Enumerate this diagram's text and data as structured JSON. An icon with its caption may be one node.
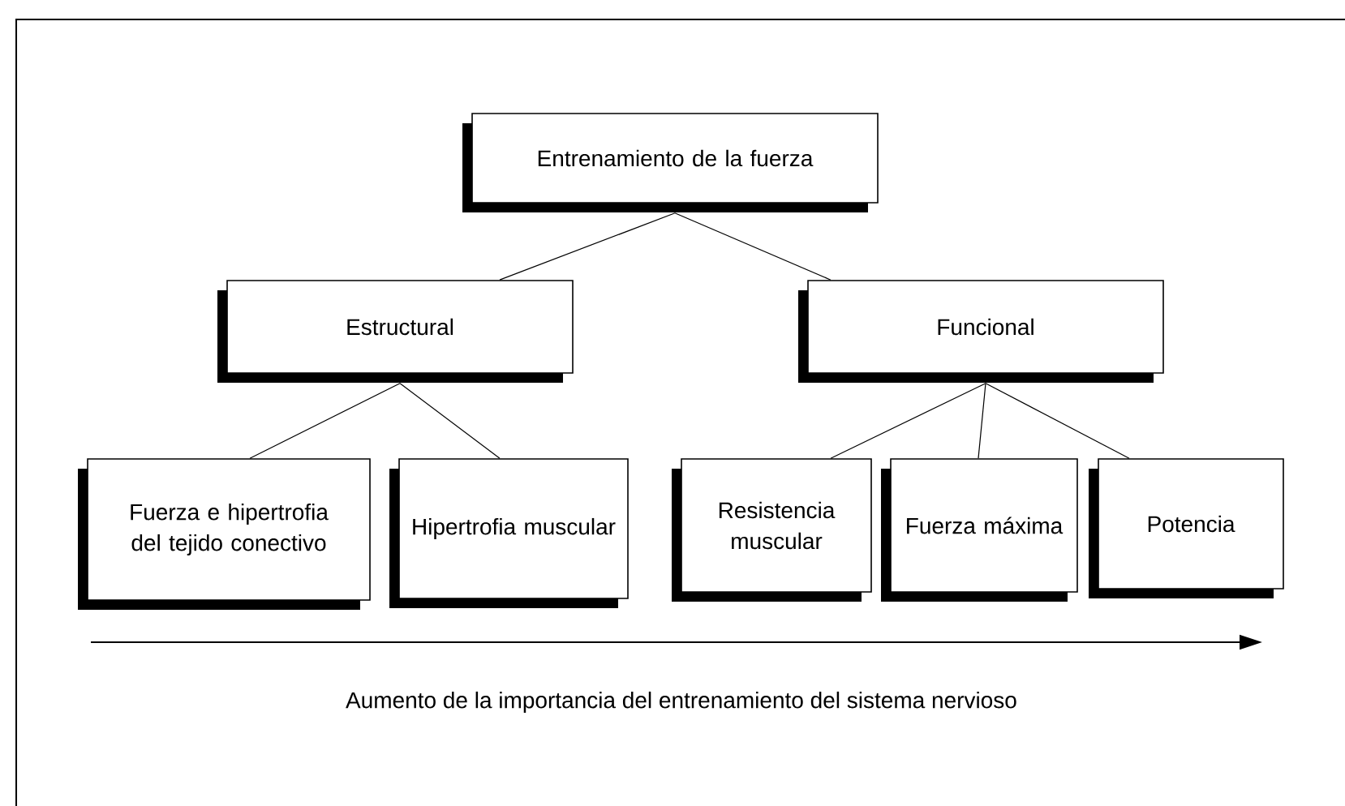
{
  "diagram": {
    "nodes": [
      {
        "text": [
          "Entrenamiento de la fuerza"
        ]
      },
      {
        "text": [
          "Estructural"
        ]
      },
      {
        "text": [
          "Funcional"
        ]
      },
      {
        "text": [
          "Fuerza e hipertrofia del tejido conectivo"
        ]
      },
      {
        "text": [
          "Hipertrofia muscular"
        ]
      },
      {
        "text": [
          "Resistencia muscular"
        ]
      },
      {
        "text": [
          "Fuerza máxima"
        ]
      },
      {
        "text": [
          "Potencia"
        ]
      }
    ],
    "edges": [
      {
        "from": 0,
        "to": 1,
        "arrow": "none"
      },
      {
        "from": 0,
        "to": 2,
        "arrow": "none"
      },
      {
        "from": 1,
        "to": 3,
        "arrow": "none"
      },
      {
        "from": 1,
        "to": 4,
        "arrow": "none"
      },
      {
        "from": 2,
        "to": 5,
        "arrow": "none"
      },
      {
        "from": 2,
        "to": 6,
        "arrow": "none"
      },
      {
        "from": 2,
        "to": 7,
        "arrow": "none"
      }
    ],
    "labels": [
      "Aumento de la importancia del entrenamiento del sistema nervioso"
    ]
  }
}
